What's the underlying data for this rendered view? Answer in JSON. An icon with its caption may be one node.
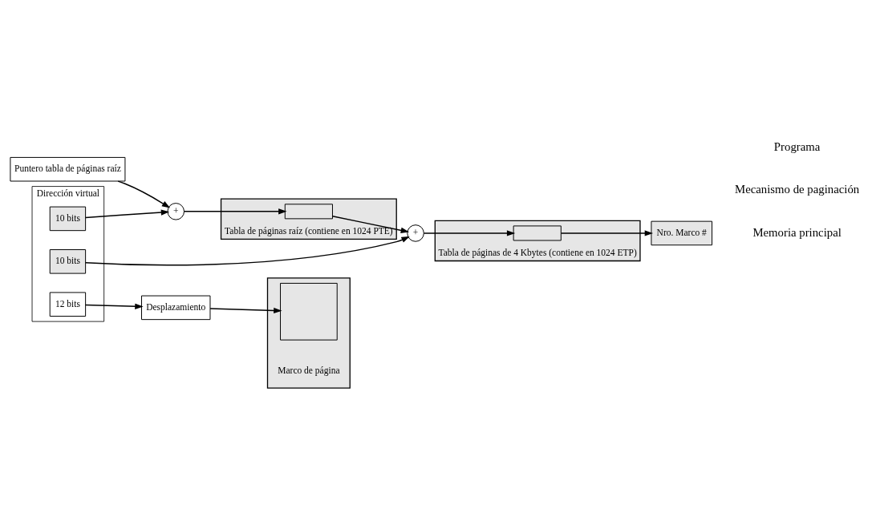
{
  "diagram": {
    "nodes": [
      {
        "text": [
          "Dirección virtual"
        ]
      },
      {
        "text": [
          "10 bits"
        ],
        "in": 0
      },
      {
        "text": [
          "10 bits"
        ],
        "in": 0
      },
      {
        "text": [
          "12 bits"
        ],
        "in": 0
      },
      {
        "text": [
          "Nro. Marco #"
        ]
      },
      {
        "text": [
          "Desplazamiento"
        ]
      },
      {
        "text": [
          "Puntero tabla de páginas raíz"
        ]
      },
      {
        "text": [
          "+"
        ]
      },
      {
        "text": [],
        "shape": "bar",
        "beside": [
          "Tabla de páginas raíz (contiene en 1024 PTE)"
        ]
      },
      {
        "text": [],
        "shape": "box",
        "in": 8
      },
      {
        "text": [
          "+"
        ]
      },
      {
        "text": [],
        "shape": "bar",
        "beside": [
          "Tabla de páginas de 4 Kbytes (contiene en 1024 ETP)"
        ]
      },
      {
        "text": [],
        "shape": "box",
        "in": 11
      },
      {
        "text": [],
        "shape": "bar"
      },
      {
        "text": [],
        "shape": "box",
        "in": 13,
        "beside": [
          "Marco de página"
        ]
      }
    ],
    "edges": [
      {
        "from": 1,
        "to": 7,
        "arrow": "to"
      },
      {
        "from": 6,
        "to": 7,
        "arrow": "to"
      },
      {
        "from": 7,
        "to": 9,
        "arrow": "to"
      },
      {
        "from": 9,
        "to": 10,
        "arrow": "to"
      },
      {
        "from": 2,
        "to": 10,
        "arrow": "to"
      },
      {
        "from": 10,
        "to": 12,
        "arrow": "to"
      },
      {
        "from": 12,
        "to": 4,
        "arrow": "to"
      },
      {
        "from": 3,
        "to": 5,
        "arrow": "to"
      },
      {
        "from": 5,
        "to": 14,
        "arrow": "to"
      }
    ],
    "labels": [
      "Programa",
      "Mecanismo de paginación",
      "Memoria principal"
    ]
  }
}
